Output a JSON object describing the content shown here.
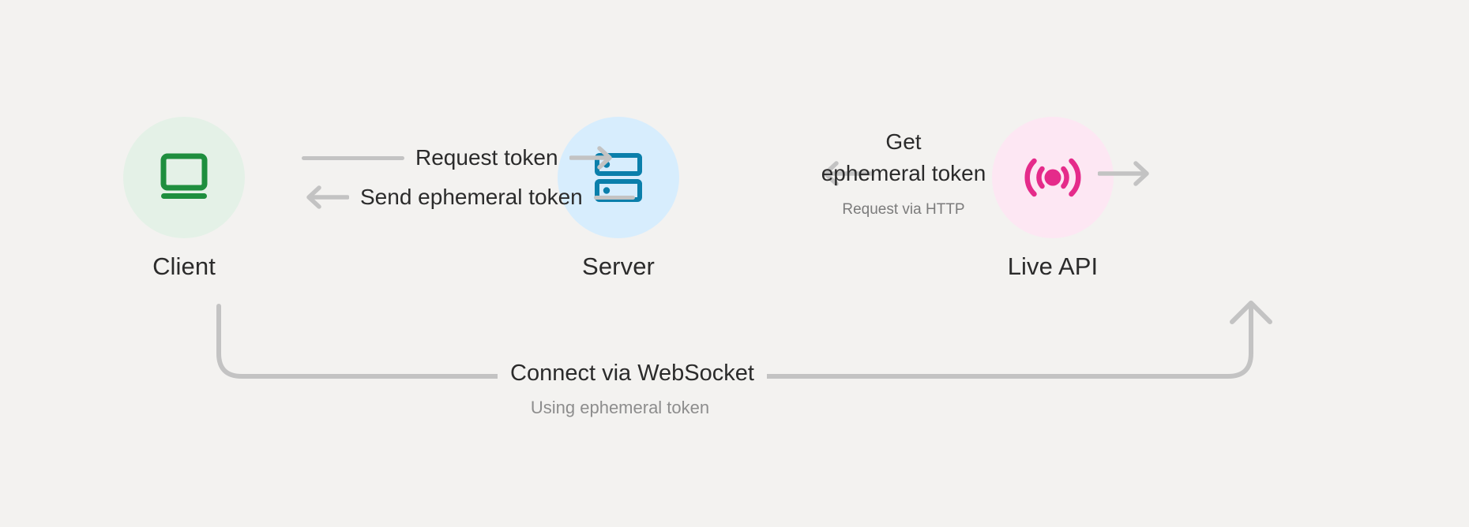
{
  "diagram": {
    "background_color": "#f3f2f0",
    "nodes": [
      {
        "id": "client",
        "label": "Client",
        "icon": "laptop-icon",
        "circle_color": "#e4f1e7",
        "icon_color": "#1e8e3e"
      },
      {
        "id": "server",
        "label": "Server",
        "icon": "server-rack-icon",
        "circle_color": "#d7edfd",
        "icon_color": "#0b7fab"
      },
      {
        "id": "liveapi",
        "label": "Live API",
        "icon": "broadcast-signal-icon",
        "circle_color": "#fde7f3",
        "icon_color": "#e52b8a"
      }
    ],
    "flows": {
      "client_server": [
        {
          "id": "request-token",
          "label": "Request token",
          "direction": "right"
        },
        {
          "id": "send-ephemeral-token",
          "label": "Send ephemeral token",
          "direction": "left"
        }
      ],
      "server_liveapi": {
        "id": "get-ephemeral-token",
        "label_line1": "Get",
        "label_line2": "ephemeral token",
        "sublabel": "Request via HTTP",
        "arrow_left_direction": "left",
        "arrow_right_direction": "right"
      },
      "client_liveapi": {
        "id": "connect-via-websocket",
        "label": "Connect via WebSocket",
        "sublabel": "Using ephemeral token",
        "direction": "right"
      }
    },
    "colors": {
      "line": "#c3c3c3",
      "text_primary": "#2b2b2b",
      "text_muted": "#8d8d8d"
    }
  }
}
